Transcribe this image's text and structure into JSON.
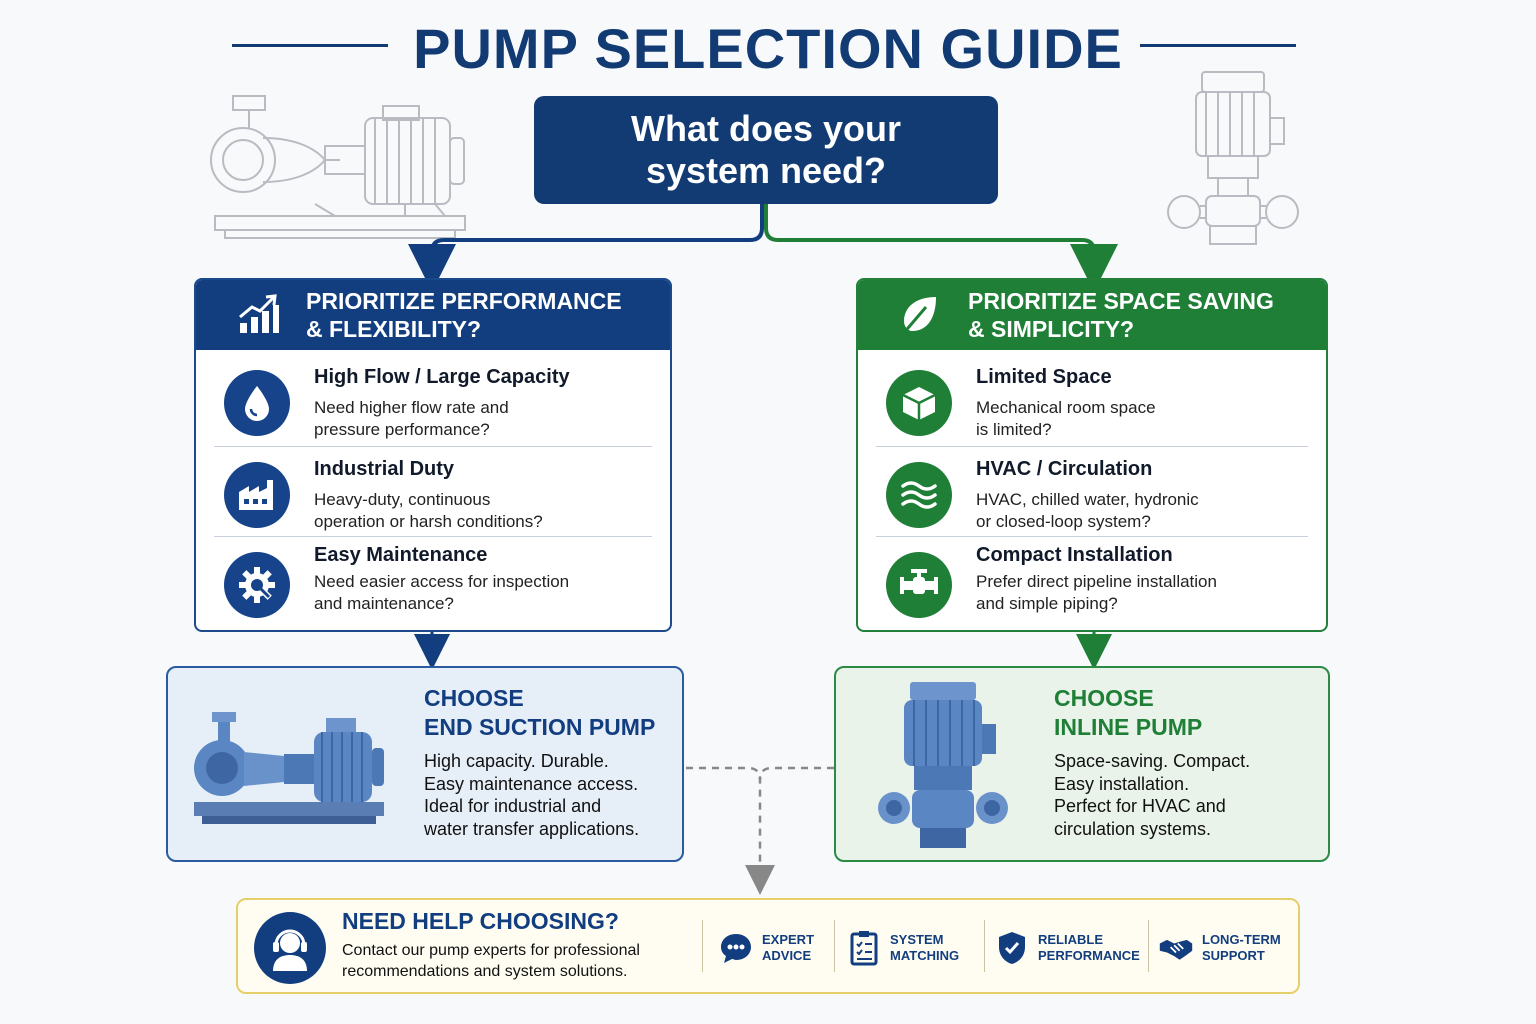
{
  "title": "PUMP SELECTION GUIDE",
  "question": "What does your\nsystem need?",
  "left": {
    "heading": "PRIORITIZE PERFORMANCE\n& FLEXIBILITY?",
    "icon": "growth-chart-icon",
    "items": [
      {
        "title": "High Flow / Large Capacity",
        "desc": "Need higher flow rate and\npressure performance?",
        "icon": "water-drop-icon"
      },
      {
        "title": "Industrial Duty",
        "desc": "Heavy-duty, continuous\noperation or harsh conditions?",
        "icon": "factory-icon"
      },
      {
        "title": "Easy Maintenance",
        "desc": "Need easier access for inspection\nand maintenance?",
        "icon": "gear-wrench-icon"
      }
    ],
    "choose_title": "CHOOSE\nEND SUCTION PUMP",
    "choose_desc": "High capacity. Durable.\nEasy maintenance access.\nIdeal for industrial and\nwater transfer applications."
  },
  "right": {
    "heading": "PRIORITIZE SPACE SAVING\n& SIMPLICITY?",
    "icon": "leaf-icon",
    "items": [
      {
        "title": "Limited Space",
        "desc": "Mechanical room space\nis limited?",
        "icon": "box-icon"
      },
      {
        "title": "HVAC / Circulation",
        "desc": "HVAC, chilled water, hydronic\nor closed-loop system?",
        "icon": "waves-icon"
      },
      {
        "title": "Compact Installation",
        "desc": "Prefer direct pipeline installation\nand simple piping?",
        "icon": "pipe-valve-icon"
      }
    ],
    "choose_title": "CHOOSE\nINLINE PUMP",
    "choose_desc": "Space-saving. Compact.\nEasy installation.\nPerfect for HVAC and\ncirculation systems."
  },
  "help": {
    "title": "NEED HELP CHOOSING?",
    "desc": "Contact our pump experts for professional\nrecommendations and system solutions.",
    "icon": "headset-support-icon",
    "features": [
      {
        "label": "EXPERT\nADVICE",
        "icon": "chat-bubble-icon"
      },
      {
        "label": "SYSTEM\nMATCHING",
        "icon": "checklist-icon"
      },
      {
        "label": "RELIABLE\nPERFORMANCE",
        "icon": "shield-check-icon"
      },
      {
        "label": "LONG-TERM\nSUPPORT",
        "icon": "handshake-icon"
      }
    ]
  },
  "colors": {
    "navy": "#123a73",
    "blue": "#123e80",
    "green": "#1f7f37",
    "help_border": "#e5cf6a"
  }
}
